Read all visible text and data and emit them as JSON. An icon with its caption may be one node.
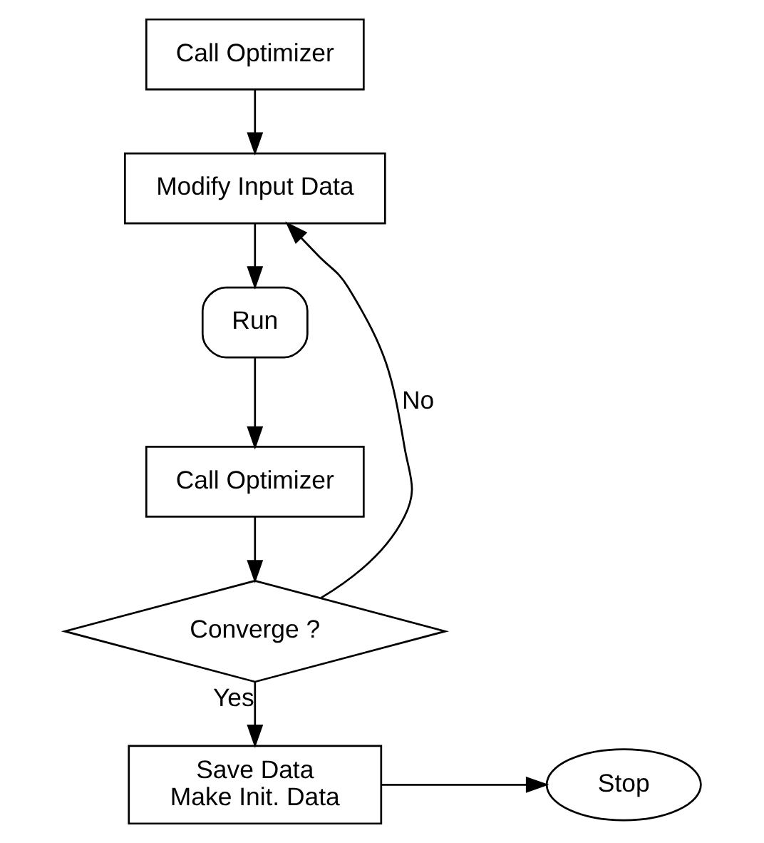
{
  "diagram": {
    "nodes": [
      {
        "text": [
          "Call Optimizer"
        ]
      },
      {
        "text": [
          "Modify Input Data"
        ]
      },
      {
        "text": [
          "Run"
        ]
      },
      {
        "text": [
          "Call Optimizer"
        ]
      },
      {
        "text": [
          "Converge ?"
        ]
      },
      {
        "text": [
          "Save Data",
          "Make Init. Data"
        ]
      },
      {
        "text": [
          "Stop"
        ]
      }
    ],
    "edges": [
      {
        "from": 0,
        "to": 1,
        "arrow": "to"
      },
      {
        "from": 1,
        "to": 2,
        "arrow": "to"
      },
      {
        "from": 2,
        "to": 3,
        "arrow": "to"
      },
      {
        "from": 3,
        "to": 4,
        "arrow": "to"
      },
      {
        "from": 4,
        "to": 5,
        "arrow": "to",
        "label": "Yes"
      },
      {
        "from": 4,
        "to": 1,
        "arrow": "to",
        "label": "No"
      },
      {
        "from": 5,
        "to": 6,
        "arrow": "to"
      }
    ]
  }
}
